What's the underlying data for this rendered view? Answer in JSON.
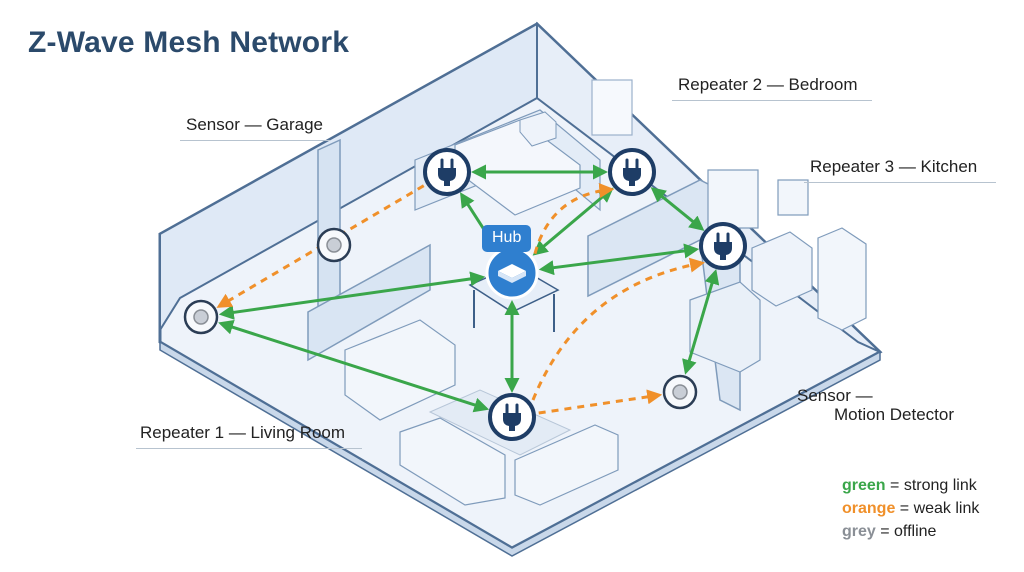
{
  "title": "Z-Wave Mesh Network",
  "colors": {
    "strong": "#3aa64a",
    "weak": "#f0902a",
    "offline": "#8a8f96",
    "hub": "#2f7fcf",
    "device_ring": "#1e3d66",
    "floor": "#eef3fa",
    "wall": "#dfe9f6",
    "wall_edge": "#4f6f95"
  },
  "hub": {
    "label": "Hub"
  },
  "devices": [
    {
      "id": "hub",
      "type": "hub"
    },
    {
      "id": "repeater-garage-plug",
      "type": "repeater",
      "icon": "plug-icon"
    },
    {
      "id": "repeater-2",
      "type": "repeater",
      "icon": "plug-icon"
    },
    {
      "id": "repeater-3",
      "type": "repeater",
      "icon": "plug-icon"
    },
    {
      "id": "repeater-1",
      "type": "repeater",
      "icon": "plug-icon"
    },
    {
      "id": "sensor-garage",
      "type": "sensor",
      "icon": "sensor-disc-icon"
    },
    {
      "id": "sensor-left",
      "type": "sensor",
      "icon": "sensor-disc-icon"
    },
    {
      "id": "sensor-motion",
      "type": "sensor",
      "icon": "sensor-disc-icon"
    }
  ],
  "links": [
    {
      "from": "hub",
      "to": "repeater-garage-plug",
      "quality": "strong"
    },
    {
      "from": "hub",
      "to": "repeater-2",
      "quality": "strong"
    },
    {
      "from": "hub",
      "to": "repeater-3",
      "quality": "strong"
    },
    {
      "from": "hub",
      "to": "sensor-left",
      "quality": "strong"
    },
    {
      "from": "hub",
      "to": "repeater-1",
      "quality": "strong"
    },
    {
      "from": "repeater-garage-plug",
      "to": "repeater-2",
      "quality": "strong"
    },
    {
      "from": "repeater-2",
      "to": "repeater-3",
      "quality": "strong"
    },
    {
      "from": "sensor-left",
      "to": "repeater-1",
      "quality": "strong"
    },
    {
      "from": "repeater-3",
      "to": "sensor-motion",
      "quality": "strong"
    },
    {
      "from": "repeater-garage-plug",
      "to": "sensor-left",
      "quality": "weak"
    },
    {
      "from": "hub",
      "to": "repeater-2",
      "quality": "weak",
      "curved": true
    },
    {
      "from": "repeater-1",
      "to": "repeater-3",
      "quality": "weak",
      "curved": true
    },
    {
      "from": "repeater-1",
      "to": "sensor-motion",
      "quality": "weak"
    }
  ],
  "callouts": [
    {
      "id": "sensor-garage",
      "text": "Sensor — Garage"
    },
    {
      "id": "repeater-2",
      "text": "Repeater 2 — Bedroom"
    },
    {
      "id": "repeater-3",
      "text": "Repeater 3 — Kitchen"
    },
    {
      "id": "sensor-motion-line1",
      "text": "Sensor —"
    },
    {
      "id": "sensor-motion-line2",
      "text": "Motion Detector"
    },
    {
      "id": "repeater-1",
      "text": "Repeater 1 — Living Room"
    }
  ],
  "legend": [
    {
      "key": "green",
      "desc": " = strong link",
      "quality": "strong"
    },
    {
      "key": "orange",
      "desc": " = weak link",
      "quality": "weak"
    },
    {
      "key": "grey",
      "desc": " = offline",
      "quality": "offline"
    }
  ]
}
